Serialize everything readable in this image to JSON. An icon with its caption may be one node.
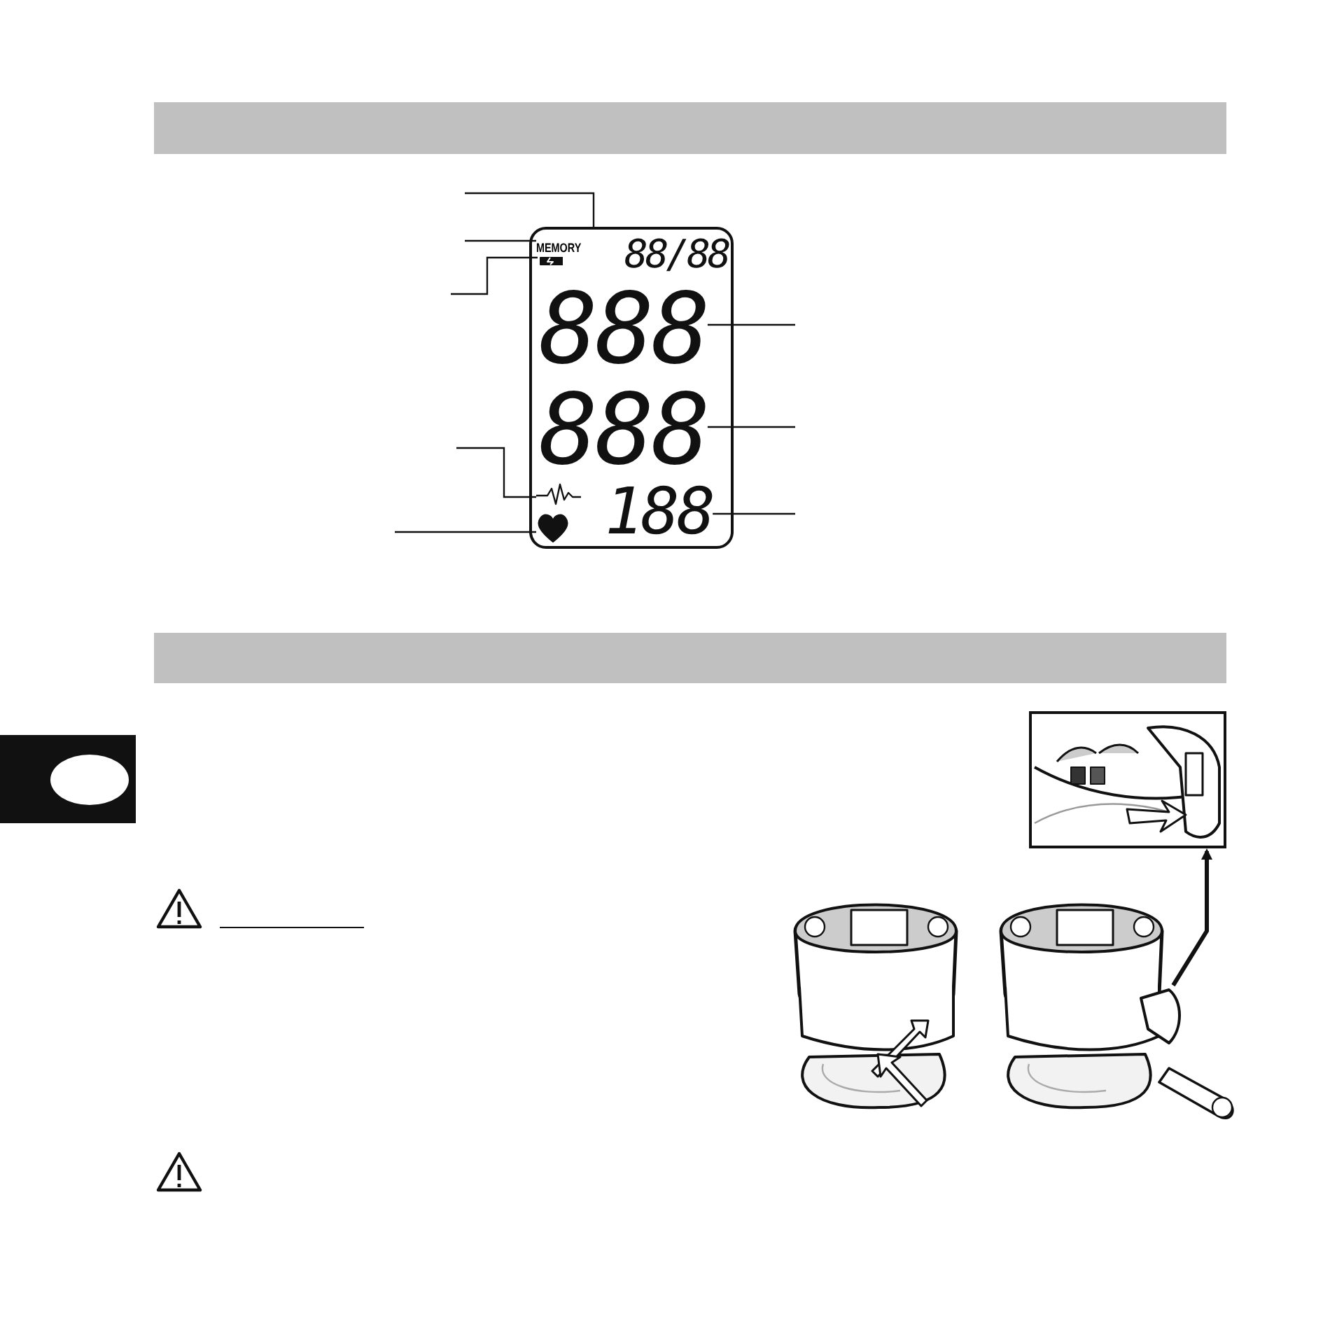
{
  "diagram": {
    "nodes": [
      {
        "text": [],
        "shape": "box"
      },
      {
        "text": [
          "MEMORY"
        ],
        "in": 0
      },
      {
        "text": [],
        "shape": "battery",
        "in": 0
      },
      {
        "text": [
          "888"
        ],
        "in": 0
      },
      {
        "text": [
          "888"
        ],
        "in": 0
      },
      {
        "text": [],
        "shape": "wave",
        "in": 0
      },
      {
        "text": [],
        "shape": "heart",
        "in": 0
      },
      {
        "text": [
          "188"
        ],
        "in": 0
      },
      {
        "text": [],
        "shape": "picture"
      },
      {
        "text": [],
        "shape": "picture"
      },
      {
        "text": [],
        "shape": "picture"
      }
    ],
    "edges": [
      {
        "from": null,
        "to": 0,
        "arrow": "none"
      },
      {
        "from": null,
        "to": 1,
        "arrow": "none"
      },
      {
        "from": null,
        "to": 2,
        "arrow": "none"
      },
      {
        "from": null,
        "to": 3,
        "arrow": "none"
      },
      {
        "from": null,
        "to": 4,
        "arrow": "none"
      },
      {
        "from": null,
        "to": 5,
        "arrow": "none"
      },
      {
        "from": null,
        "to": 6,
        "arrow": "none"
      },
      {
        "from": null,
        "to": 7,
        "arrow": "none"
      },
      {
        "from": 10,
        "to": 8,
        "arrow": "to",
        "style": "thick"
      }
    ],
    "labels": [
      "88/88"
    ]
  }
}
